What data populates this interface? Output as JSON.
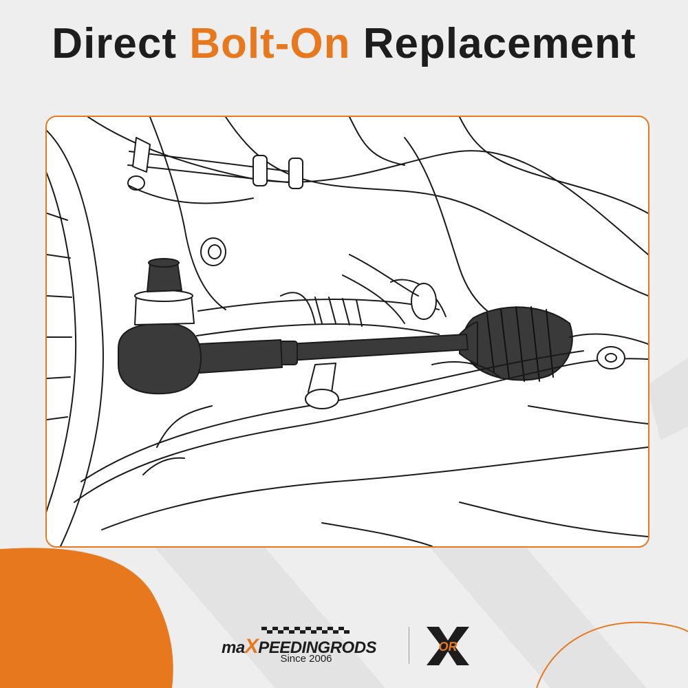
{
  "title": {
    "part1": "Direct ",
    "accent": "Bolt-On",
    "part2": " Replacement"
  },
  "brand": {
    "name_pre": "ma",
    "name_x": "X",
    "name_post": "PEEDINGRODS",
    "since": "Since 2006",
    "logo_letters": "OR"
  },
  "colors": {
    "accent": "#e8781e",
    "dark": "#1d1d1d",
    "background": "#eeeeee"
  },
  "illustration": {
    "subject": "tie-rod-assembly-line-drawing"
  }
}
